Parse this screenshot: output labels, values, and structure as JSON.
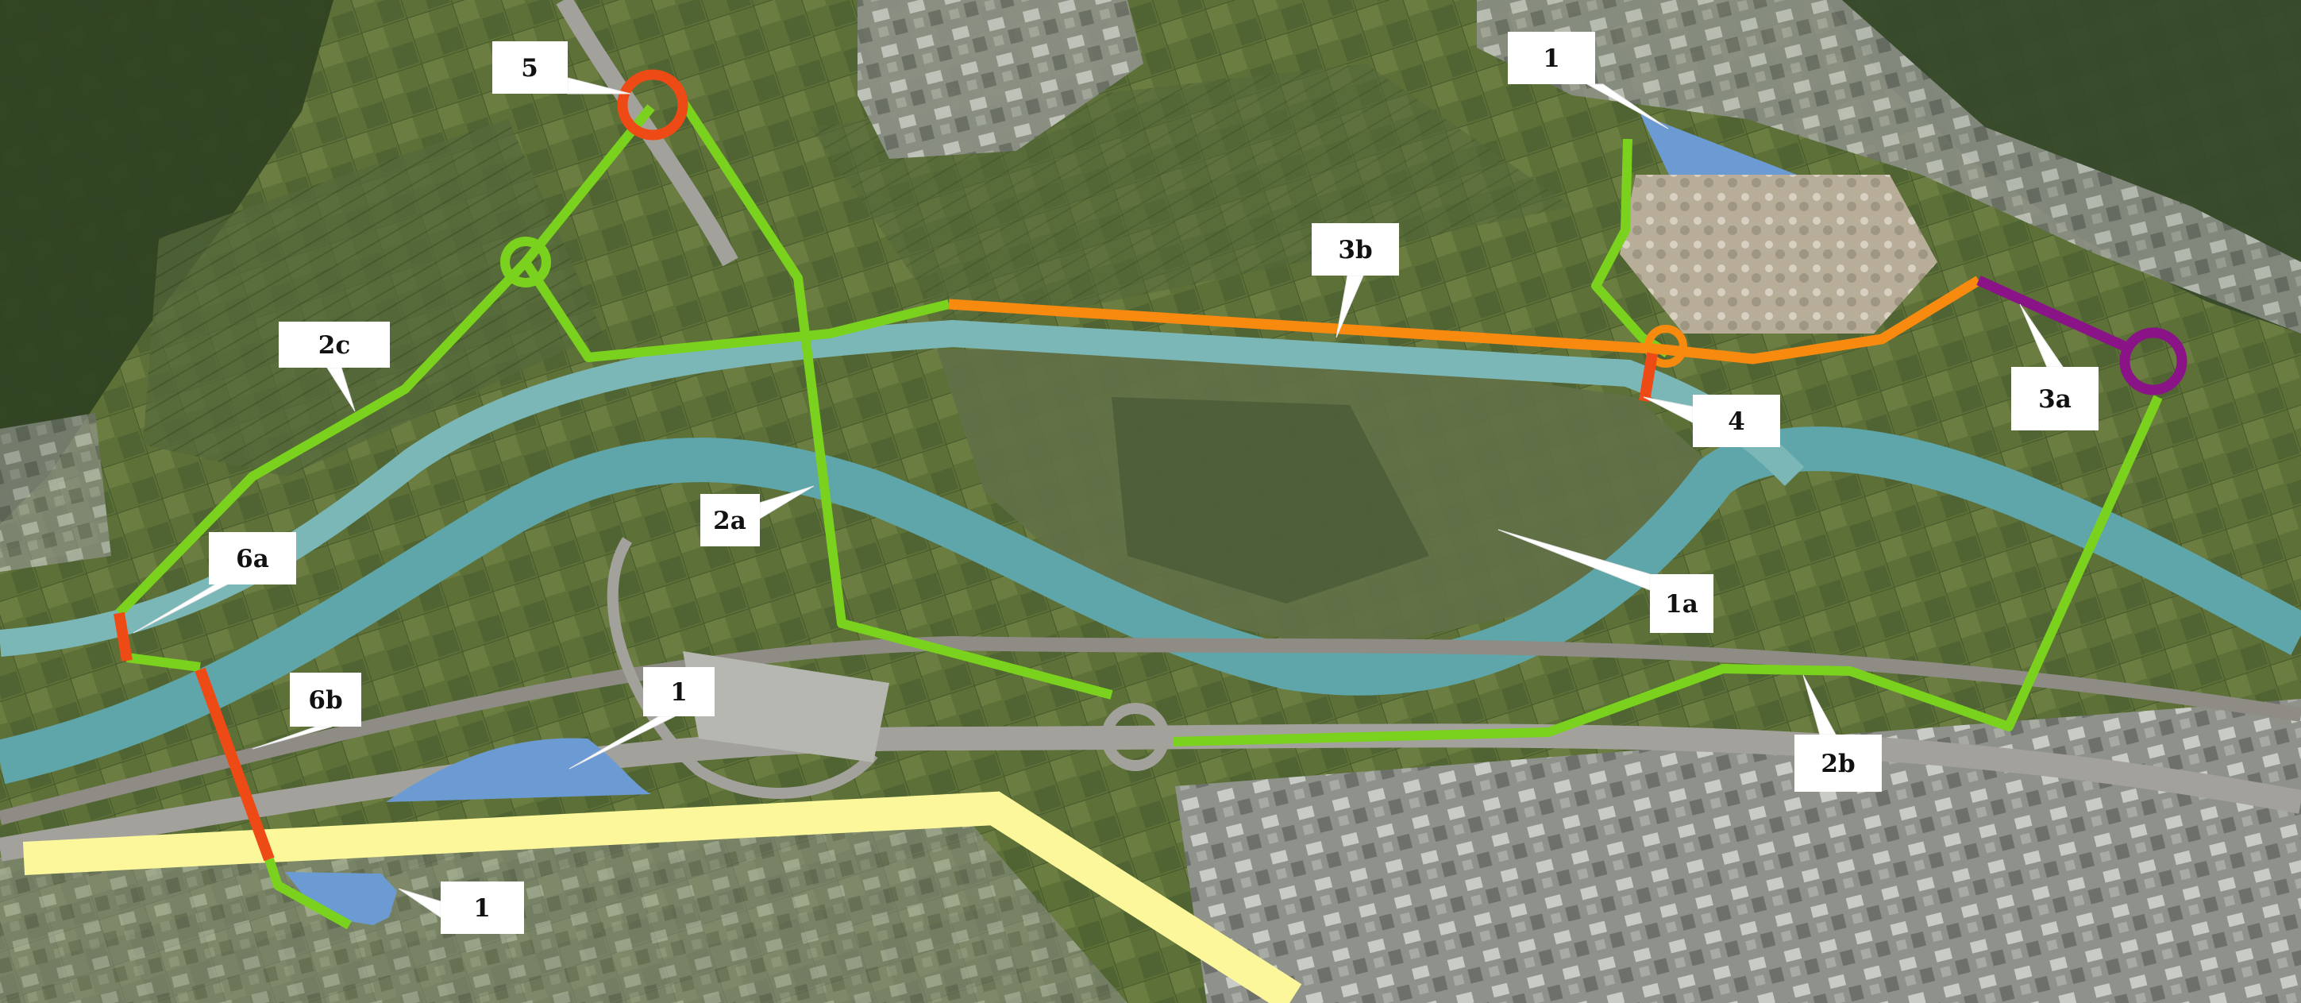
{
  "map": {
    "colors": {
      "field_base": "#5c7038",
      "forest": "#2f4122",
      "river": "#5fa6aa",
      "canal": "#7cb7b8",
      "urban": "#8f928a",
      "green_route": "#7ad11e",
      "orange_route": "#f98a10",
      "red_route": "#ee4a16",
      "purple_route": "#8a1388",
      "highway_proposal": "#fbf79a",
      "basin_area": "#6c9bd4",
      "label_fill": "#ffffff"
    },
    "labels": {
      "l5": "5",
      "l1_top": "1",
      "l3b": "3b",
      "l2c": "2c",
      "l4": "4",
      "l3a": "3a",
      "l2a": "2a",
      "l6a": "6a",
      "l1a": "1a",
      "l1_mid": "1",
      "l6b": "6b",
      "l2b": "2b",
      "l1_bottom": "1"
    }
  }
}
